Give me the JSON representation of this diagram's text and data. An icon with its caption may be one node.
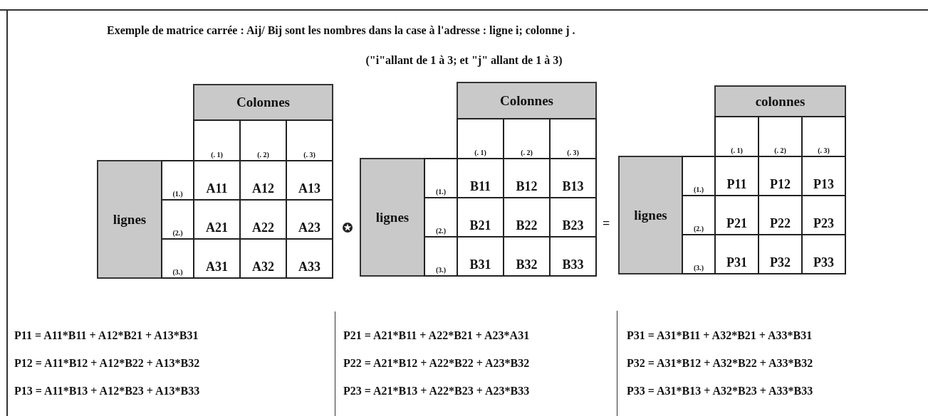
{
  "diagram": {
    "title": "Exemple de matrice carrée : Aij/ Bij  sont les nombres dans la case à l'adresse : ligne i; colonne j .",
    "labels": [
      "(\"i\"allant de 1 à 3; et \"j\" allant de 1 à 3)",
      "Colonnes",
      "(. 1)",
      "(. 2)",
      "(. 3)",
      "lignes",
      "(1.)",
      "A11",
      "A12",
      "A13",
      "(2.)",
      "A21",
      "A22",
      "A23",
      "(3.)",
      "A31",
      "A32",
      "A33",
      "Colonnes",
      "(. 1)",
      "(. 2)",
      "(. 3)",
      "lignes",
      "(1.)",
      "B11",
      "B12",
      "B13",
      "(2.)",
      "B21",
      "B22",
      "B23",
      "(3.)",
      "B31",
      "B32",
      "B33",
      "=",
      "colonnes",
      "(. 1)",
      "(. 2)",
      "(. 3)",
      "lignes",
      "(1.)",
      "P11",
      "P12",
      "P13",
      "(2.)",
      "P21",
      "P22",
      "P23",
      "(3.)",
      "P31",
      "P32",
      "P33",
      "P11 = A11*B11 + A12*B21 + A13*B31",
      "P21 = A21*B11 + A22*B21 + A23*A31",
      "P31 = A31*B11 + A32*B21 + A33*B31",
      "P12 = A11*B12 + A12*B22 + A13*B32",
      "P22 = A21*B12 + A22*B22 + A23*B32",
      "P32 = A31*B12 + A32*B22 + A33*B32",
      "P13 = A11*B13 + A12*B23 + A13*B33",
      "P23 = A21*B13 + A22*B23 + A23*B33",
      "P33 = A31*B13 + A32*B23 + A33*B33"
    ]
  }
}
